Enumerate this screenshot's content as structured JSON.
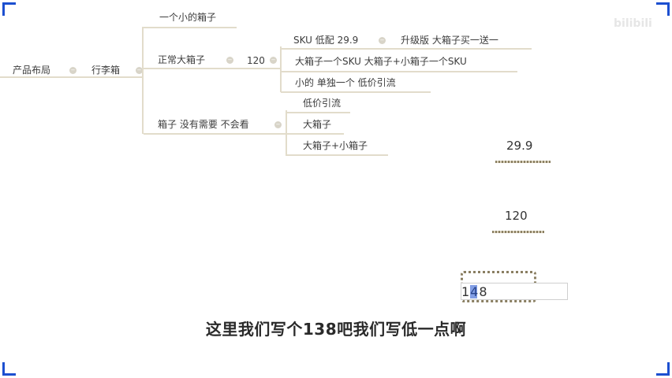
{
  "mindmap": {
    "top_partial": "一个小的箱子",
    "root": "产品布局",
    "branch": "行李箱",
    "child_normal": "正常大箱子",
    "child_normal_value": "120",
    "sku_label": "SKU 低配 29.9",
    "sku_upgrade": "升级版 大箱子买一送一",
    "sku_big": "大箱子一个SKU 大箱子+小箱子一个SKU",
    "sku_small": "小的 单独一个 低价引流",
    "child_box": "箱子 没有需要 不会看",
    "box_low": "低价引流",
    "box_big": "大箱子",
    "box_combo": "大箱子+小箱子"
  },
  "values": {
    "price_a": "29.9",
    "price_b": "120",
    "input_value": "148"
  },
  "watermark": {
    "text": "bilibili"
  },
  "subtitle": "这里我们写个138吧我们写低一点啊",
  "colors": {
    "accent": "#1c4fd0",
    "line": "#e2dccb"
  }
}
